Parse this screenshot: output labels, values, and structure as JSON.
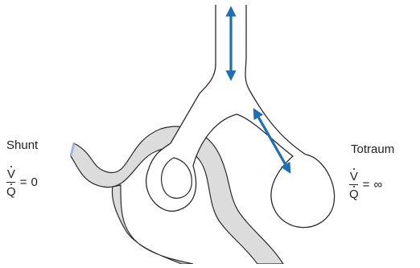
{
  "shunt": {
    "title": "Shunt",
    "numerator": "V",
    "denominator": "Q",
    "equals": "=",
    "value": "0"
  },
  "totraum": {
    "title": "Totraum",
    "numerator": "V",
    "denominator": "Q",
    "equals": "=",
    "value": "∞"
  },
  "colors": {
    "vessel": "#dcdcdc",
    "outline": "#2a2a2a",
    "arrow": "#1f6fb5",
    "vessel_edge": "#9fb8d8"
  }
}
